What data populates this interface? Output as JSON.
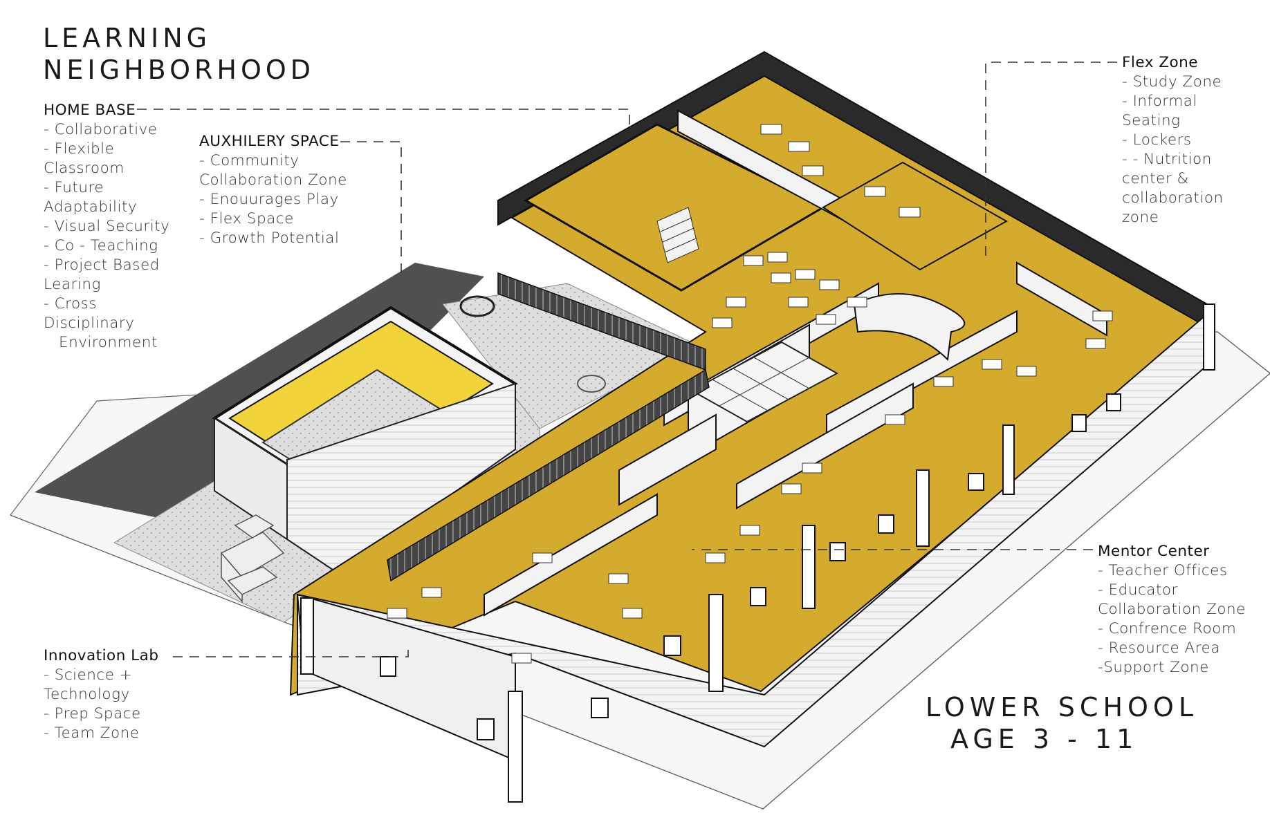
{
  "title": {
    "line1": "LEARNING",
    "line2": "NEIGHBORHOOD"
  },
  "subtitle": {
    "line1": "LOWER SCHOOL",
    "line2": "AGE 3 - 11"
  },
  "home_base": {
    "heading": "HOME BASE",
    "lines": [
      "- Collaborative",
      "- Flexible",
      "Classroom",
      "- Future",
      "Adaptability",
      "- Visual Security",
      "- Co - Teaching",
      "- Project Based",
      "Learing",
      "- Cross",
      "Disciplinary",
      "Environment"
    ]
  },
  "auxiliary": {
    "heading": "AUXHILERY SPACE",
    "lines": [
      "- Community",
      "Collaboration Zone",
      "- Enouurages  Play",
      "- Flex Space",
      "- Growth Potential"
    ]
  },
  "flex_zone": {
    "heading": "Flex Zone",
    "lines": [
      "- Study Zone",
      "- Informal",
      "Seating",
      "- Lockers",
      "- - Nutrition",
      "center &",
      "collaboration",
      "zone"
    ]
  },
  "mentor_center": {
    "heading": "Mentor Center",
    "lines": [
      "- Teacher Offices",
      "- Educator",
      "Collaboration Zone",
      "- Confrence Room",
      "- Resource Area",
      "-Support Zone"
    ]
  },
  "innovation_lab": {
    "heading": "Innovation Lab",
    "lines": [
      "- Science +",
      "Technology",
      "- Prep Space",
      "- Team Zone"
    ]
  },
  "colors": {
    "floor": "#d4ab2c",
    "floor_bright": "#f2d43a",
    "asphalt": "#505050",
    "paving": "#d9d9d9",
    "wall": "#f2f2f2",
    "line": "#222222"
  }
}
